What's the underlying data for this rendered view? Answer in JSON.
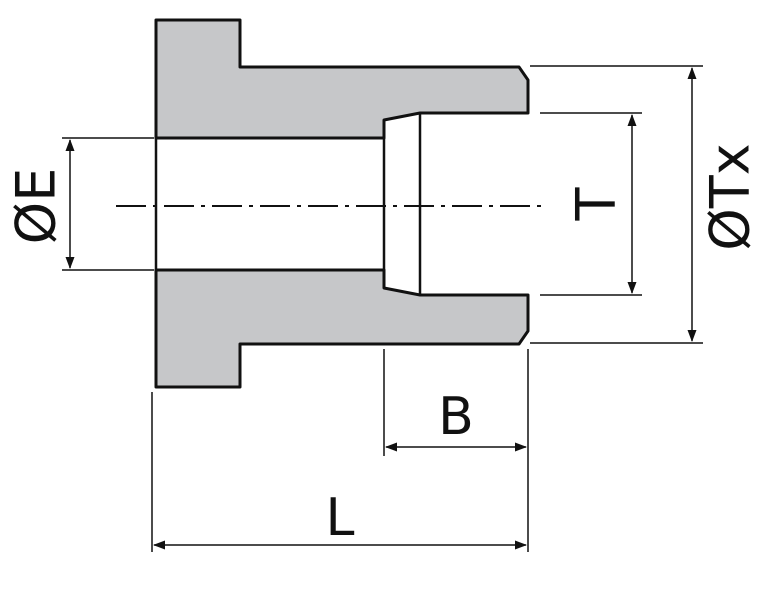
{
  "dimensions": {
    "e_label": "ØE",
    "t_label": "T",
    "tx_label": "ØTx",
    "b_label": "B",
    "l_label": "L"
  },
  "colors": {
    "body_fill": "#c6c7c9",
    "line": "#111111",
    "background": "#ffffff"
  }
}
